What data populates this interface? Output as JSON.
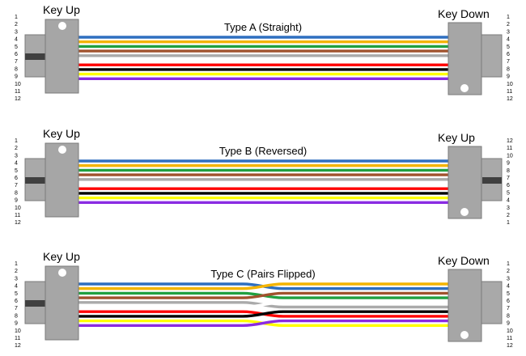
{
  "pin_numbers": [
    "1",
    "2",
    "3",
    "4",
    "5",
    "6",
    "7",
    "8",
    "9",
    "10",
    "11",
    "12"
  ],
  "fiber_colors": [
    "#2e6fc0",
    "#f4b400",
    "#20a040",
    "#a0522d",
    "#aaaaaa",
    "#ffffff",
    "#ff0000",
    "#000000",
    "#ffff00",
    "#8a2be2",
    "#ff88ff",
    "#00ccff"
  ],
  "colors": {
    "connector_body": "#a6a6a6",
    "connector_plug": "#a9a9a9",
    "connector_outline": "#7a7a7a",
    "key_bar": "#404040"
  },
  "cables": [
    {
      "title": "Type A (Straight)",
      "left_label": "Key Up",
      "right_label": "Key Down",
      "left_key": "up",
      "right_key": "down",
      "right_pins_reversed": false,
      "mapping": "straight"
    },
    {
      "title": "Type B (Reversed)",
      "left_label": "Key Up",
      "right_label": "Key Up",
      "left_key": "up",
      "right_key": "down",
      "right_pins_reversed": true,
      "mapping": "straight"
    },
    {
      "title": "Type C (Pairs Flipped)",
      "left_label": "Key Up",
      "right_label": "Key Down",
      "left_key": "up",
      "right_key": "down",
      "right_pins_reversed": false,
      "mapping": "pairs-flipped"
    }
  ]
}
